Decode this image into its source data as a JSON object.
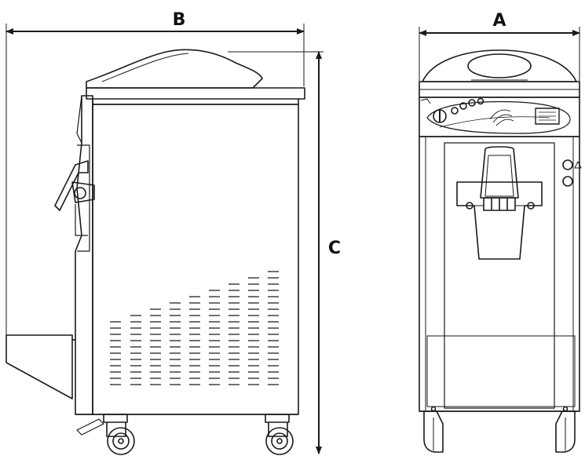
{
  "dimensions": {
    "width_label": "A",
    "depth_label": "B",
    "height_label": "C"
  },
  "colors": {
    "line": "#1a1a1a",
    "background": "#ffffff"
  }
}
